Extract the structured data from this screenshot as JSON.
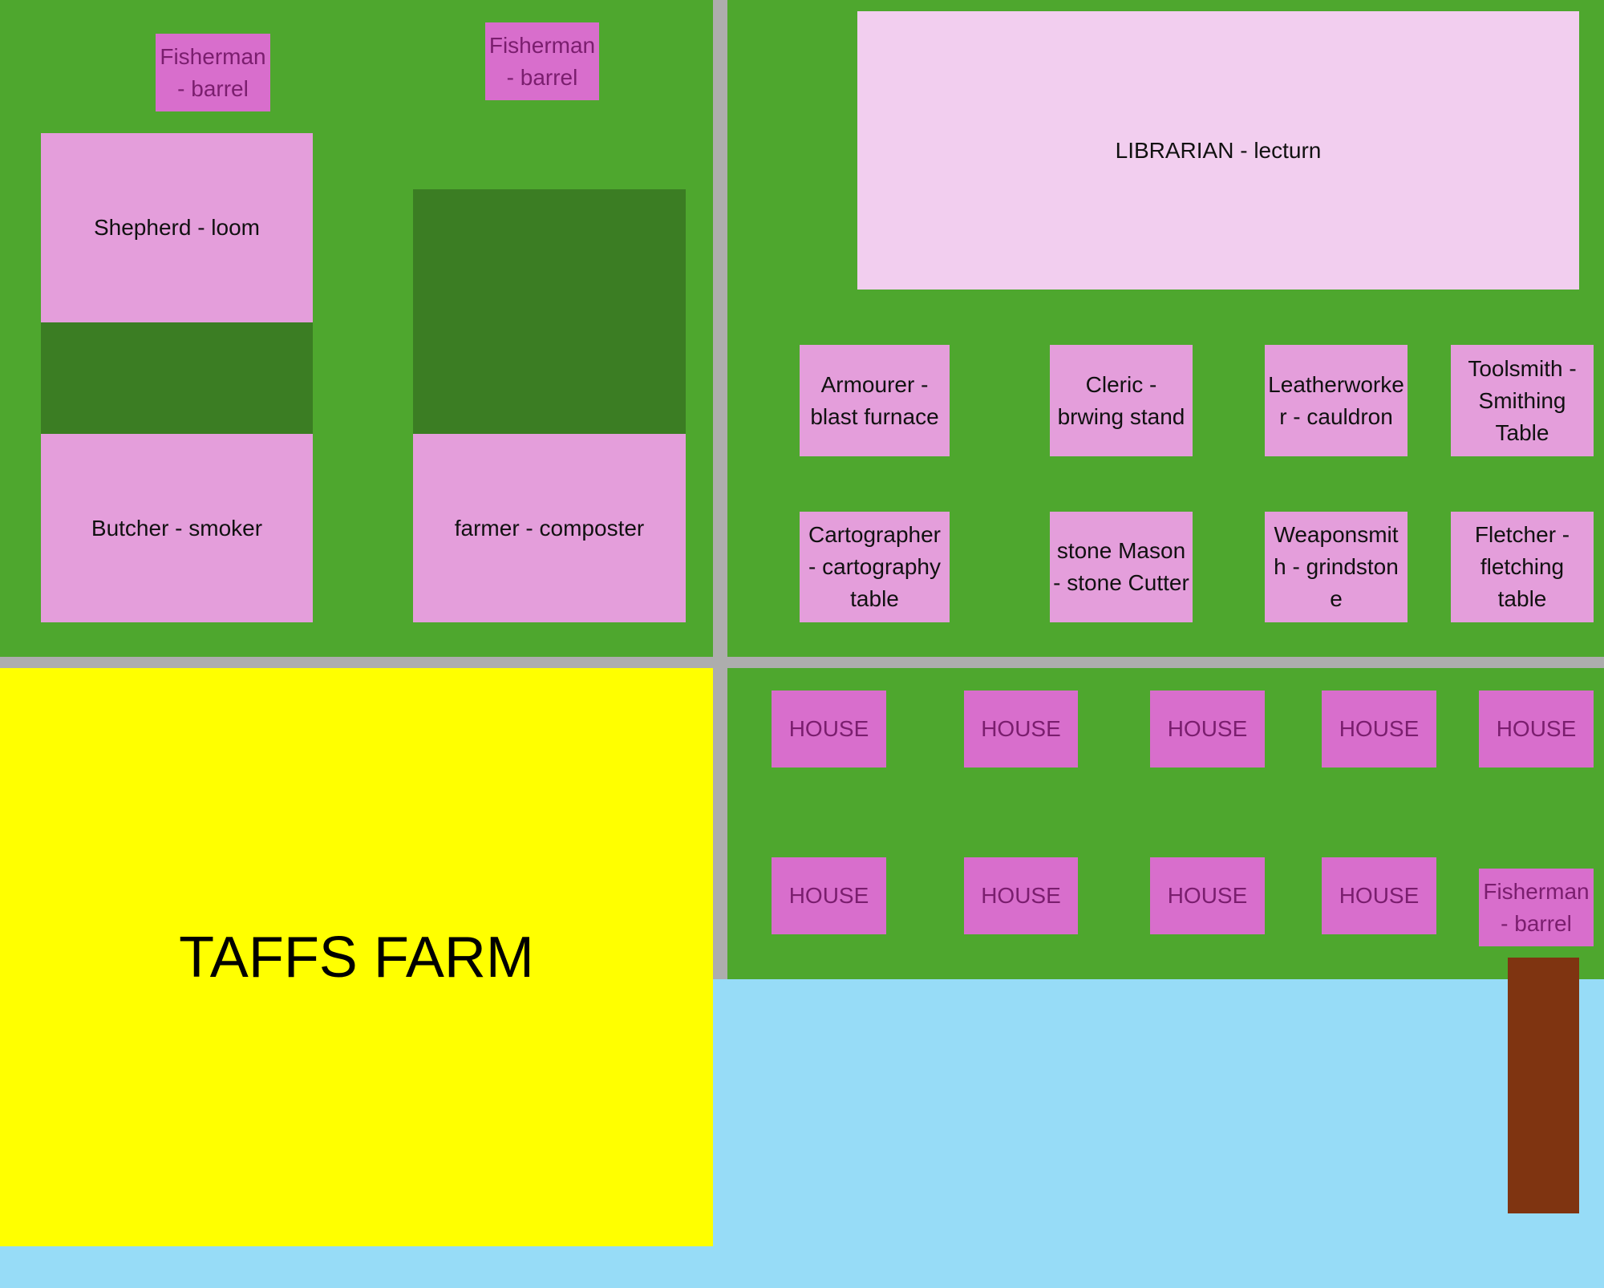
{
  "colors": {
    "grass": "#4EA72E",
    "crop": "#3B7D23",
    "workstation": "#E49EDB",
    "house": "#D86ECC",
    "library": "#F2CEEF",
    "road": "#ADADAD",
    "farm": "#FFFF00",
    "water": "#97DCF7",
    "pier": "#7F3411"
  },
  "farm": {
    "label": "TAFFS FARM"
  },
  "library": {
    "label": "LIBRARIAN - lecturn"
  },
  "top_left": {
    "fisherman_1": "Fisherman - barrel",
    "fisherman_2": "Fisherman - barrel",
    "shepherd": "Shepherd - loom",
    "butcher": "Butcher - smoker",
    "farmer": "farmer - composter"
  },
  "workstations": [
    "Armourer - blast furnace",
    "Cleric - brwing stand",
    "Leatherworker - cauldron",
    "Toolsmith - Smithing Table",
    "Cartographer - cartography table",
    "stone Mason - stone Cutter",
    "Weaponsmith - grindstone",
    "Fletcher - fletching table"
  ],
  "houses": [
    "HOUSE",
    "HOUSE",
    "HOUSE",
    "HOUSE",
    "HOUSE",
    "HOUSE",
    "HOUSE",
    "HOUSE",
    "HOUSE"
  ],
  "dock": {
    "fisherman": "Fisherman - barrel"
  }
}
